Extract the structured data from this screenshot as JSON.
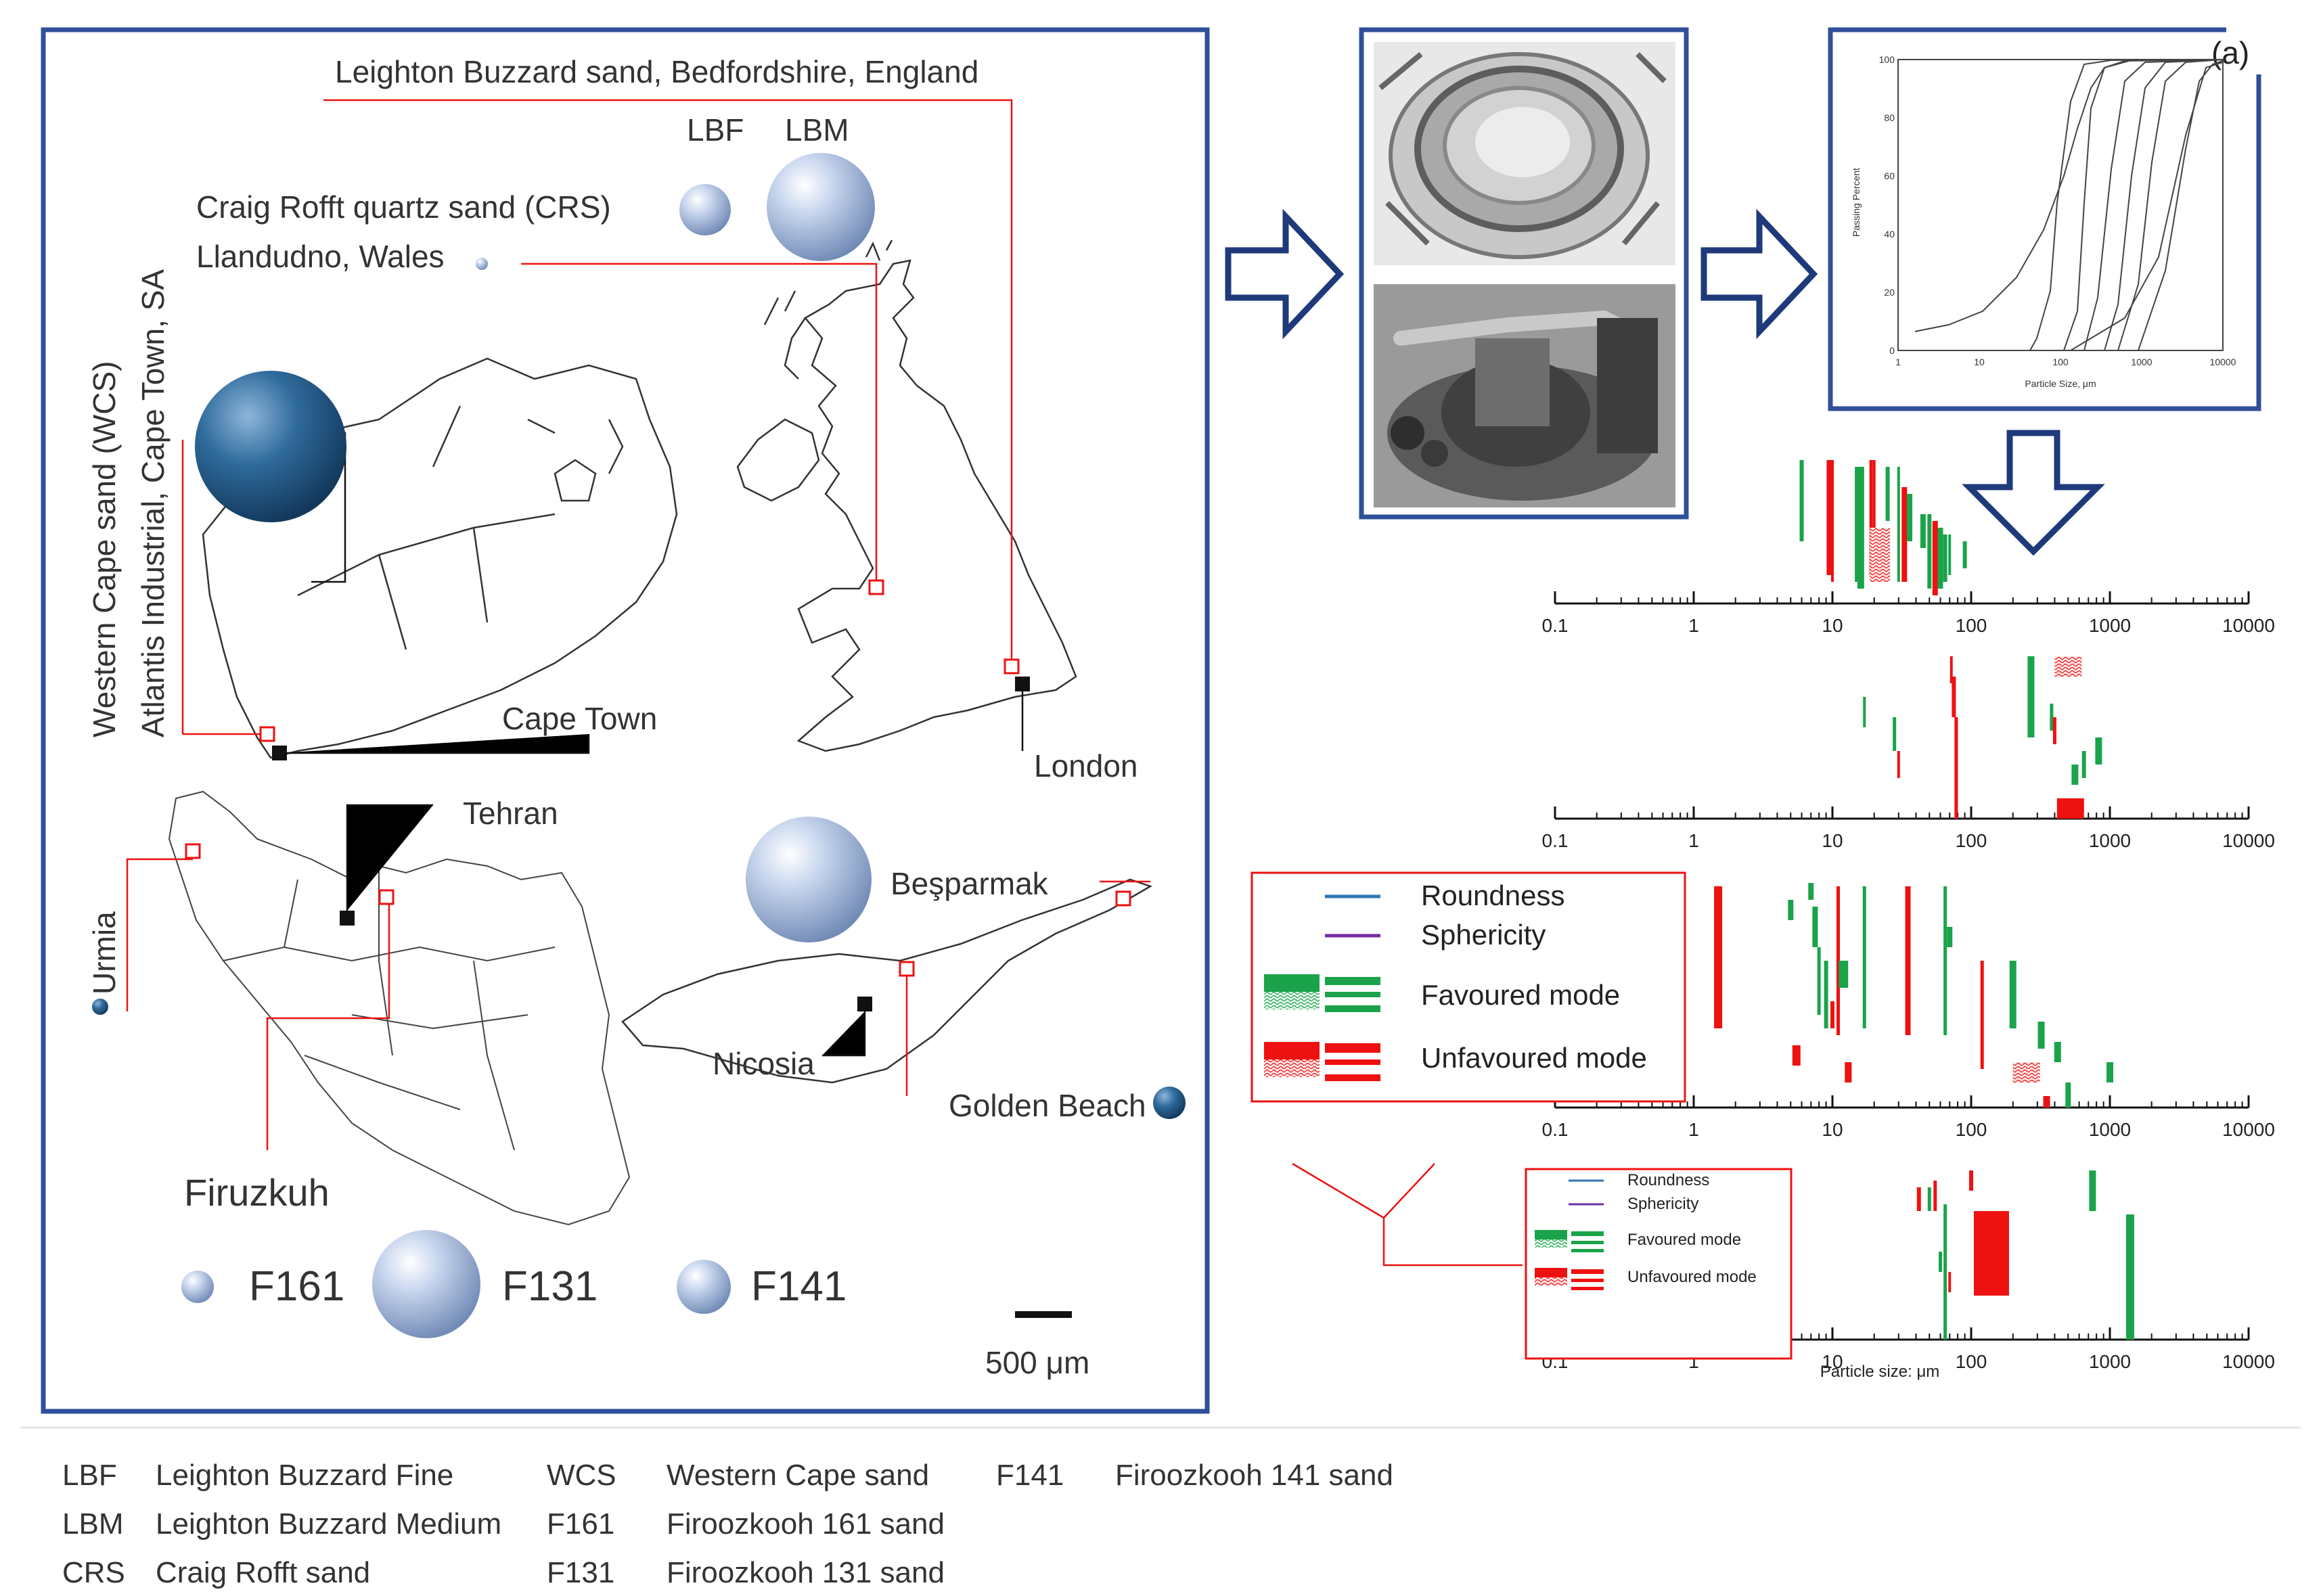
{
  "map_panel": {
    "lb_label": "Leighton Buzzard sand, Bedfordshire,  England",
    "lbf": "LBF",
    "lbm": "LBM",
    "crs_label1": "Craig Rofft quartz sand (CRS)",
    "crs_label2": "Llandudno, Wales",
    "wcs_label1": "Western Cape sand (WCS)",
    "wcs_label2": "Atlantis Industrial, Cape Town, SA",
    "cape_town": "Cape Town",
    "london": "London",
    "tehran": "Tehran",
    "urmia": "Urmia",
    "firuzkuh": "Firuzkuh",
    "besparmak": "Beşparmak",
    "nicosia": "Nicosia",
    "golden_beach": "Golden Beach",
    "f161": "F161",
    "f131": "F131",
    "f141": "F141",
    "scale": "500 μm"
  },
  "psd_inset": {
    "tag": "(a)",
    "ylabel": "Passing Percent",
    "xlabel": "Particle Size, μm",
    "yticks": [
      "0",
      "20",
      "40",
      "60",
      "80",
      "100"
    ],
    "xticks": [
      "1",
      "10",
      "100",
      "1000",
      "10000"
    ]
  },
  "axis_ticks": [
    "0.1",
    "1",
    "10",
    "100",
    "1000",
    "10000"
  ],
  "axis_xlabel": "Particle size: μm",
  "legend": {
    "roundness": "Roundness",
    "sphericity": "Sphericity",
    "favoured": "Favoured mode",
    "unfavoured": "Unfavoured mode"
  },
  "colors": {
    "frame": "#2f4f9a",
    "roundness": "#2e75b6",
    "sphericity": "#7030a0",
    "favoured": "#1aa34a",
    "unfavoured": "#ee1111",
    "arrow": "#1f3a7a"
  },
  "footer": {
    "rows": [
      [
        "LBF",
        "Leighton Buzzard Fine",
        "WCS",
        "Western Cape sand",
        "F141",
        "Firoozkooh  141 sand"
      ],
      [
        "LBM",
        "Leighton Buzzard Medium",
        "F161",
        "Firoozkooh  161 sand",
        "",
        ""
      ],
      [
        "CRS",
        "Craig Rofft sand",
        "F131",
        "Firoozkooh  131 sand",
        "",
        ""
      ]
    ]
  }
}
